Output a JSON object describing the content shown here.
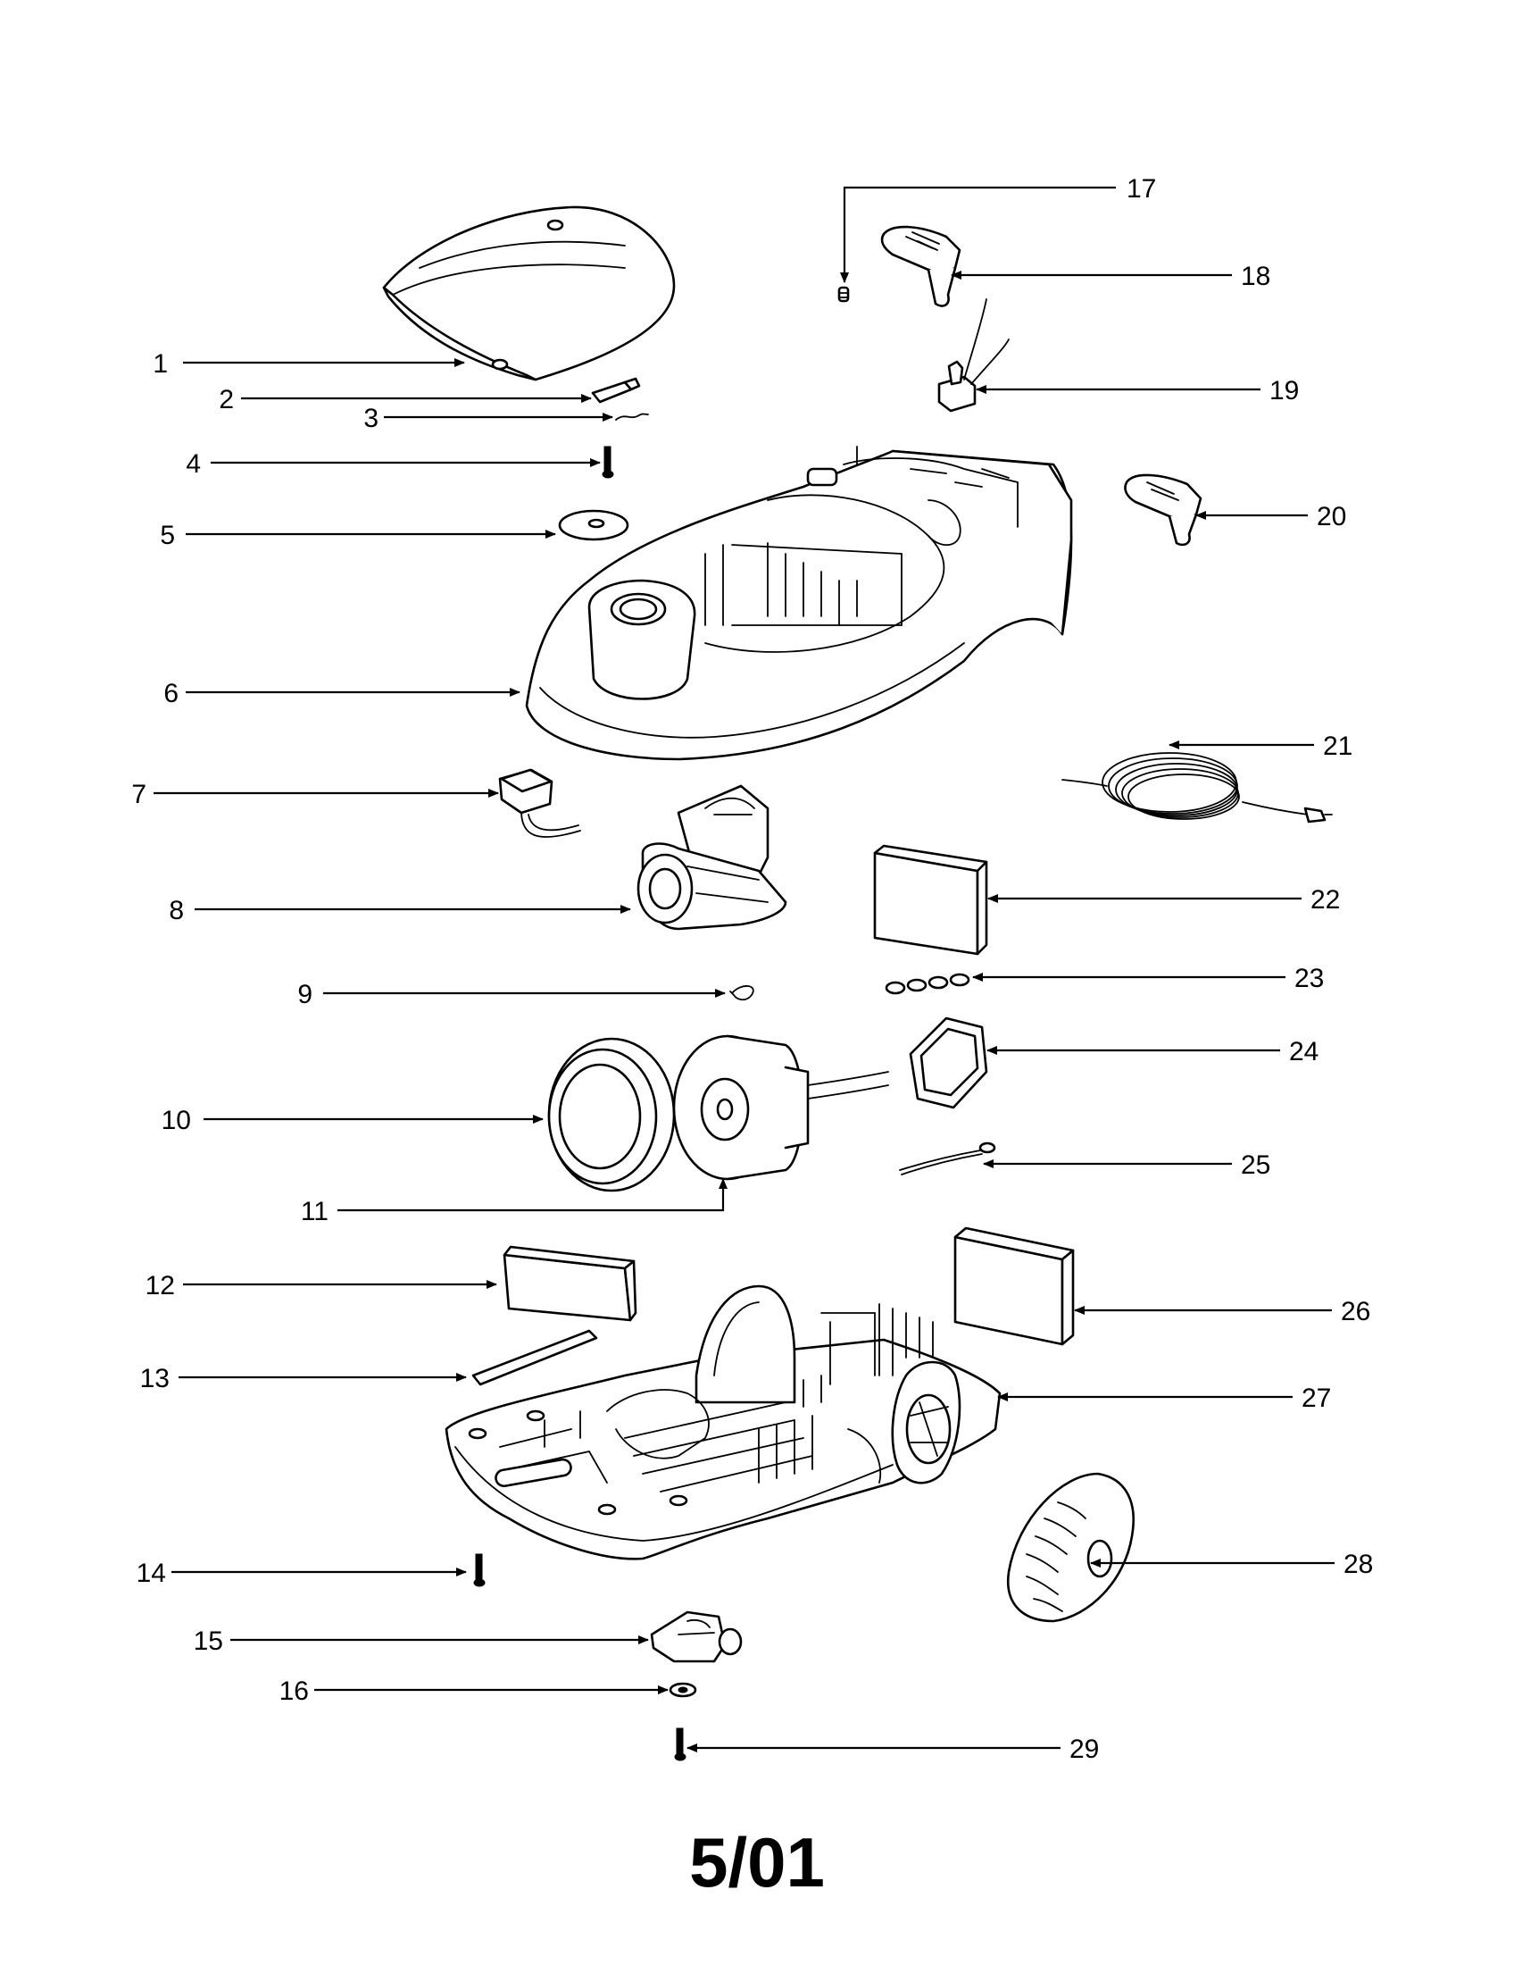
{
  "callouts": [
    {
      "num": "1"
    },
    {
      "num": "2"
    },
    {
      "num": "3"
    },
    {
      "num": "4"
    },
    {
      "num": "5"
    },
    {
      "num": "6"
    },
    {
      "num": "7"
    },
    {
      "num": "8"
    },
    {
      "num": "9"
    },
    {
      "num": "10"
    },
    {
      "num": "11"
    },
    {
      "num": "12"
    },
    {
      "num": "13"
    },
    {
      "num": "14"
    },
    {
      "num": "15"
    },
    {
      "num": "16"
    },
    {
      "num": "17"
    },
    {
      "num": "18"
    },
    {
      "num": "19"
    },
    {
      "num": "20"
    },
    {
      "num": "21"
    },
    {
      "num": "22"
    },
    {
      "num": "23"
    },
    {
      "num": "24"
    },
    {
      "num": "25"
    },
    {
      "num": "26"
    },
    {
      "num": "27"
    },
    {
      "num": "28"
    },
    {
      "num": "29"
    }
  ],
  "footer": {
    "code": "5/01"
  }
}
